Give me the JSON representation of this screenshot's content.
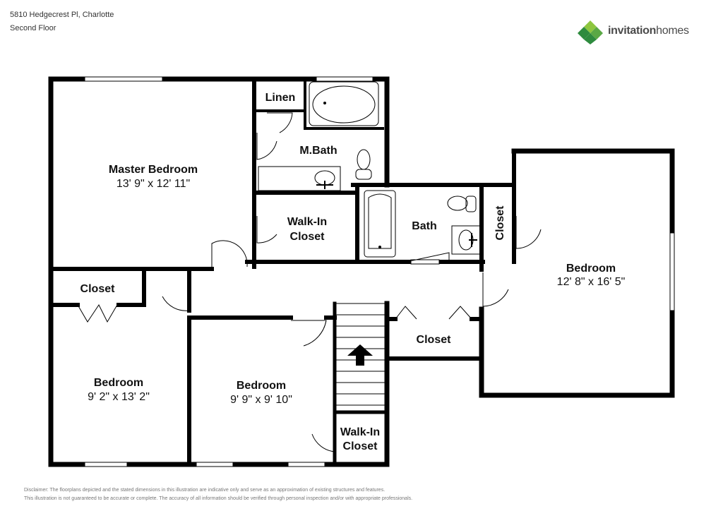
{
  "header": {
    "address": "5810 Hedgecrest Pl, Charlotte",
    "floor": "Second Floor"
  },
  "brand": {
    "name_bold": "invitation",
    "name_thin": "homes",
    "icon": "diamond-logo-icon",
    "colors": {
      "dark_green": "#2e8b3e",
      "light_green": "#8dc63f",
      "mid_green": "#5aa845"
    }
  },
  "rooms": {
    "master_bedroom": {
      "name": "Master Bedroom",
      "dims": "13' 9\" x 12' 11\""
    },
    "linen": {
      "name": "Linen"
    },
    "master_bath": {
      "name": "M.Bath"
    },
    "walkin_closet_1": {
      "name": "Walk-In",
      "name2": "Closet"
    },
    "bath": {
      "name": "Bath"
    },
    "closet_vertical": {
      "name": "Closet"
    },
    "bedroom_right": {
      "name": "Bedroom",
      "dims": "12' 8\" x 16' 5\""
    },
    "closet_left": {
      "name": "Closet"
    },
    "bedroom_left": {
      "name": "Bedroom",
      "dims": "9' 2\" x 13' 2\""
    },
    "bedroom_middle": {
      "name": "Bedroom",
      "dims": "9' 9\" x 9' 10\""
    },
    "closet_hall": {
      "name": "Closet"
    },
    "walkin_closet_2": {
      "name": "Walk-In",
      "name2": "Closet"
    }
  },
  "disclaimer": {
    "line1": "Disclaimer: The floorplans depicted and the stated dimensions in this illustration are indicative only and serve as an approximation of existing structures and features.",
    "line2": "This illustration is not guaranteed to be accurate or complete. The accuracy of all information should be verified through personal inspection and/or with appropriate professionals."
  }
}
